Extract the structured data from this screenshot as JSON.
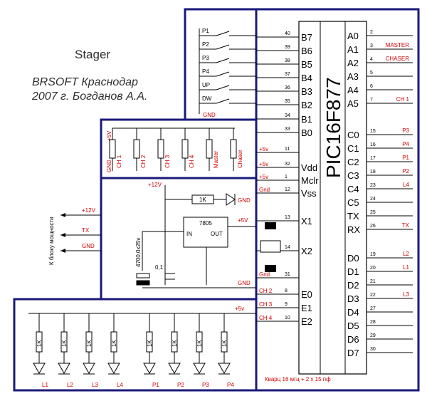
{
  "header": {
    "title": "Stager",
    "credit_line1": "BRSOFT Краснодар",
    "credit_line2": "2007 г. Богданов А.А."
  },
  "chip": {
    "name": "PIC16F877",
    "left_pins": [
      {
        "num": "40",
        "name": "B7",
        "net": "P1"
      },
      {
        "num": "39",
        "name": "B6",
        "net": "P2"
      },
      {
        "num": "38",
        "name": "B5",
        "net": "P3"
      },
      {
        "num": "37",
        "name": "B4",
        "net": "P4"
      },
      {
        "num": "36",
        "name": "B3",
        "net": "UP"
      },
      {
        "num": "35",
        "name": "B2",
        "net": "DW"
      },
      {
        "num": "34",
        "name": "B1",
        "net": ""
      },
      {
        "num": "33",
        "name": "B0",
        "net": ""
      },
      {
        "num": "11",
        "name": "",
        "net": "+5v"
      },
      {
        "num": "32",
        "name": "Vdd",
        "net": "+5v"
      },
      {
        "num": "1",
        "name": "Mclr",
        "net": "+5v"
      },
      {
        "num": "12",
        "name": "Vss",
        "net": "Gnd"
      },
      {
        "num": "13",
        "name": "X1",
        "net": ""
      },
      {
        "num": "14",
        "name": "X2",
        "net": ""
      },
      {
        "num": "31",
        "name": "",
        "net": "Gnd"
      },
      {
        "num": "8",
        "name": "E0",
        "net": "CH 2"
      },
      {
        "num": "9",
        "name": "E1",
        "net": "CH 3"
      },
      {
        "num": "10",
        "name": "E2",
        "net": "CH 4"
      }
    ],
    "right_pins": [
      {
        "num": "2",
        "name": "A0",
        "net": ""
      },
      {
        "num": "3",
        "name": "A1",
        "net": "MASTER"
      },
      {
        "num": "4",
        "name": "A2",
        "net": "CHASER"
      },
      {
        "num": "5",
        "name": "A3",
        "net": ""
      },
      {
        "num": "6",
        "name": "A4",
        "net": ""
      },
      {
        "num": "7",
        "name": "A5",
        "net": "CH 1"
      },
      {
        "num": "15",
        "name": "C0",
        "net": "P3"
      },
      {
        "num": "16",
        "name": "C1",
        "net": "P4"
      },
      {
        "num": "17",
        "name": "C2",
        "net": "P1"
      },
      {
        "num": "18",
        "name": "C3",
        "net": "P2"
      },
      {
        "num": "23",
        "name": "C4",
        "net": "L4"
      },
      {
        "num": "24",
        "name": "C5",
        "net": ""
      },
      {
        "num": "25",
        "name": "TX",
        "net": ""
      },
      {
        "num": "26",
        "name": "RX",
        "net": "TX"
      },
      {
        "num": "19",
        "name": "D0",
        "net": "L2"
      },
      {
        "num": "20",
        "name": "D1",
        "net": "L1"
      },
      {
        "num": "21",
        "name": "D2",
        "net": ""
      },
      {
        "num": "22",
        "name": "D3",
        "net": "L3"
      },
      {
        "num": "27",
        "name": "D4",
        "net": ""
      },
      {
        "num": "28",
        "name": "D5",
        "net": ""
      },
      {
        "num": "29",
        "name": "D6",
        "net": ""
      },
      {
        "num": "30",
        "name": "D7",
        "net": ""
      }
    ]
  },
  "buttons_block": {
    "labels": [
      "P1",
      "P2",
      "P3",
      "P4",
      "UP",
      "DW"
    ],
    "gnd": "GND"
  },
  "pots_block": {
    "supply": "+5V",
    "gnd": "GND",
    "labels": [
      "CH 1",
      "CH 2",
      "CH 3",
      "CH 4",
      "Master",
      "Chaser"
    ]
  },
  "power_block": {
    "plus12": "+12V",
    "resistor": "1K",
    "gnd_led": "GND",
    "regulator": "7805",
    "reg_in": "IN",
    "reg_out": "OUT",
    "plus5": "+5V",
    "cap_big": "4700,0x25v",
    "cap_small": "0,1",
    "gnd": "GND"
  },
  "ext_connector": {
    "label": "К блоку мощности",
    "lines": [
      "+12V",
      "TX",
      "GND"
    ]
  },
  "led_block": {
    "supply": "+5v",
    "resistor": "1K",
    "leds": [
      "L1",
      "L2",
      "L3",
      "L4",
      "P1",
      "P2",
      "P3",
      "P4"
    ]
  },
  "crystal_note": "Кварц 16 мгц + 2 х 15 пф",
  "gnd_label": "Gnd"
}
